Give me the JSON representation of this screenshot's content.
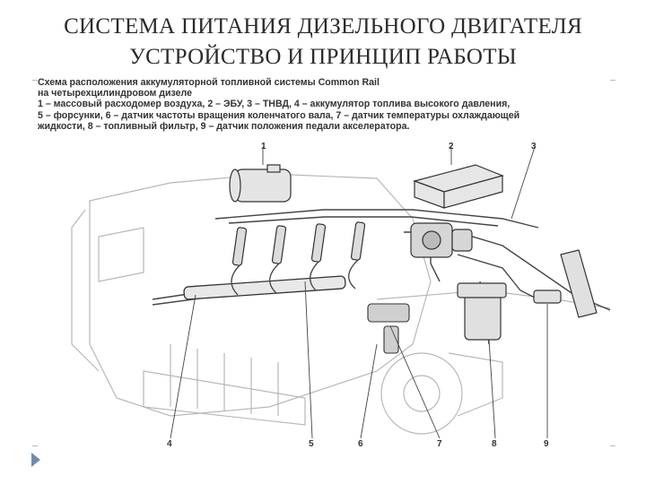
{
  "slide": {
    "title_line1": "СИСТЕМА ПИТАНИЯ ДИЗЕЛЬНОГО ДВИГАТЕЛЯ",
    "title_line2": "УСТРОЙСТВО И ПРИНЦИП РАБОТЫ"
  },
  "figure": {
    "caption_line1": "Схема расположения аккумуляторной топливной системы Common Rail",
    "caption_line2": "на четырехцилиндровом дизеле",
    "caption_line3": "1 – массовый расходомер воздуха, 2 – ЭБУ, 3 – ТНВД, 4 – аккумулятор топлива высокого давления,",
    "caption_line4": "5 – форсунки, 6 – датчик частоты вращения коленчатого вала, 7 – датчик температуры охлаждающей",
    "caption_line5": "жидкости, 8 – топливный фильтр, 9 – датчик положения педали акселератора.",
    "labels": [
      "1",
      "2",
      "3",
      "4",
      "5",
      "6",
      "7",
      "8",
      "9"
    ]
  },
  "colors": {
    "bullet": "#6f8cb0",
    "title": "#2b2b2b",
    "line": "#444444"
  }
}
